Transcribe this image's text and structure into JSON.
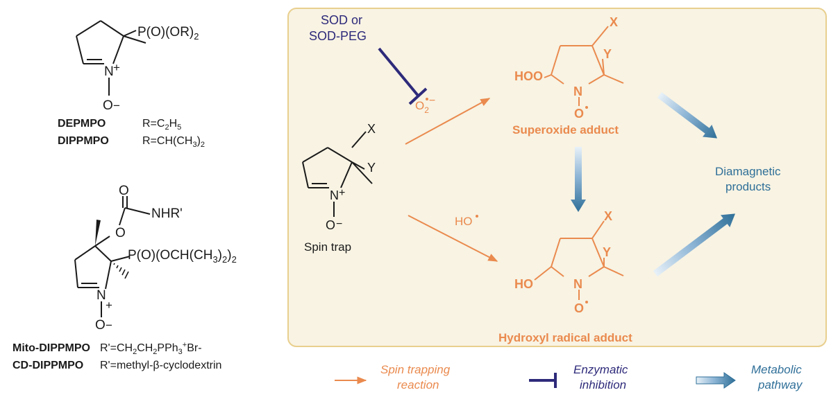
{
  "colors": {
    "panel_fill": "#f8f3e3",
    "panel_stroke": "#e9cf8e",
    "spin_trapping": "#ea8a4e",
    "inhibition": "#2e2a7a",
    "metabolic": "#2f6f98",
    "structure": "#1a1a1a"
  },
  "left": {
    "structure1": {
      "substituent": "P(O)(OR)",
      "substituent_sub": "2",
      "n_label": "N",
      "n_charge": "+",
      "o_label": "O",
      "o_charge": "−"
    },
    "deppmpo_name": "DEPMPO",
    "deppmpo_r_prefix": "R=C",
    "deppmpo_r_sub1": "2",
    "deppmpo_r_mid": "H",
    "deppmpo_r_sub2": "5",
    "dippmpo_name": "DIPPMPO",
    "dippmpo_r_prefix": "R=CH(CH",
    "dippmpo_r_sub": "3",
    "dippmpo_r_suffix": ")",
    "dippmpo_r_sub2": "2",
    "structure2": {
      "carbonyl_o": "O",
      "amide": "NHR'",
      "ester_o": "O",
      "substituent": "P(O)(OCH(CH",
      "substituent_sub1": "3",
      "substituent_mid": ")",
      "substituent_sub2": "2",
      "substituent_end": ")",
      "substituent_sub3": "2",
      "n_label": "N",
      "n_charge": "+",
      "o_label": "O",
      "o_charge": "−"
    },
    "mito_name": "Mito-DIPPMPO",
    "mito_r_prefix": "R'=CH",
    "mito_r_sub1": "2",
    "mito_r_mid1": "CH",
    "mito_r_sub2": "2",
    "mito_r_mid2": "PPh",
    "mito_r_sub3": "3",
    "mito_r_sup": "+",
    "mito_r_end": "Br-",
    "cd_name": "CD-DIPPMPO",
    "cd_r": "R'=methyl-β-cyclodextrin"
  },
  "panel": {
    "sod_line1": "SOD or",
    "sod_line2": "SOD-PEG",
    "superoxide_o": "O",
    "superoxide_sub": "2",
    "superoxide_charge": "−",
    "hydroxyl_label": "HO",
    "spin_trap": {
      "x": "X",
      "y": "Y",
      "n_label": "N",
      "n_charge": "+",
      "o_label": "O",
      "o_charge": "−",
      "caption": "Spin trap"
    },
    "superoxide_adduct": {
      "x": "X",
      "y": "Y",
      "left_group": "HOO",
      "n_label": "N",
      "o_label": "O",
      "caption": "Superoxide adduct"
    },
    "hydroxyl_adduct": {
      "x": "X",
      "y": "Y",
      "left_group": "HO",
      "n_label": "N",
      "o_label": "O",
      "caption": "Hydroxyl radical adduct"
    },
    "products_line1": "Diamagnetic",
    "products_line2": "products"
  },
  "legend": {
    "spin_line1": "Spin trapping",
    "spin_line2": "reaction",
    "enzymatic_line1": "Enzymatic",
    "enzymatic_line2": "inhibition",
    "metabolic_line1": "Metabolic",
    "metabolic_line2": "pathway"
  }
}
